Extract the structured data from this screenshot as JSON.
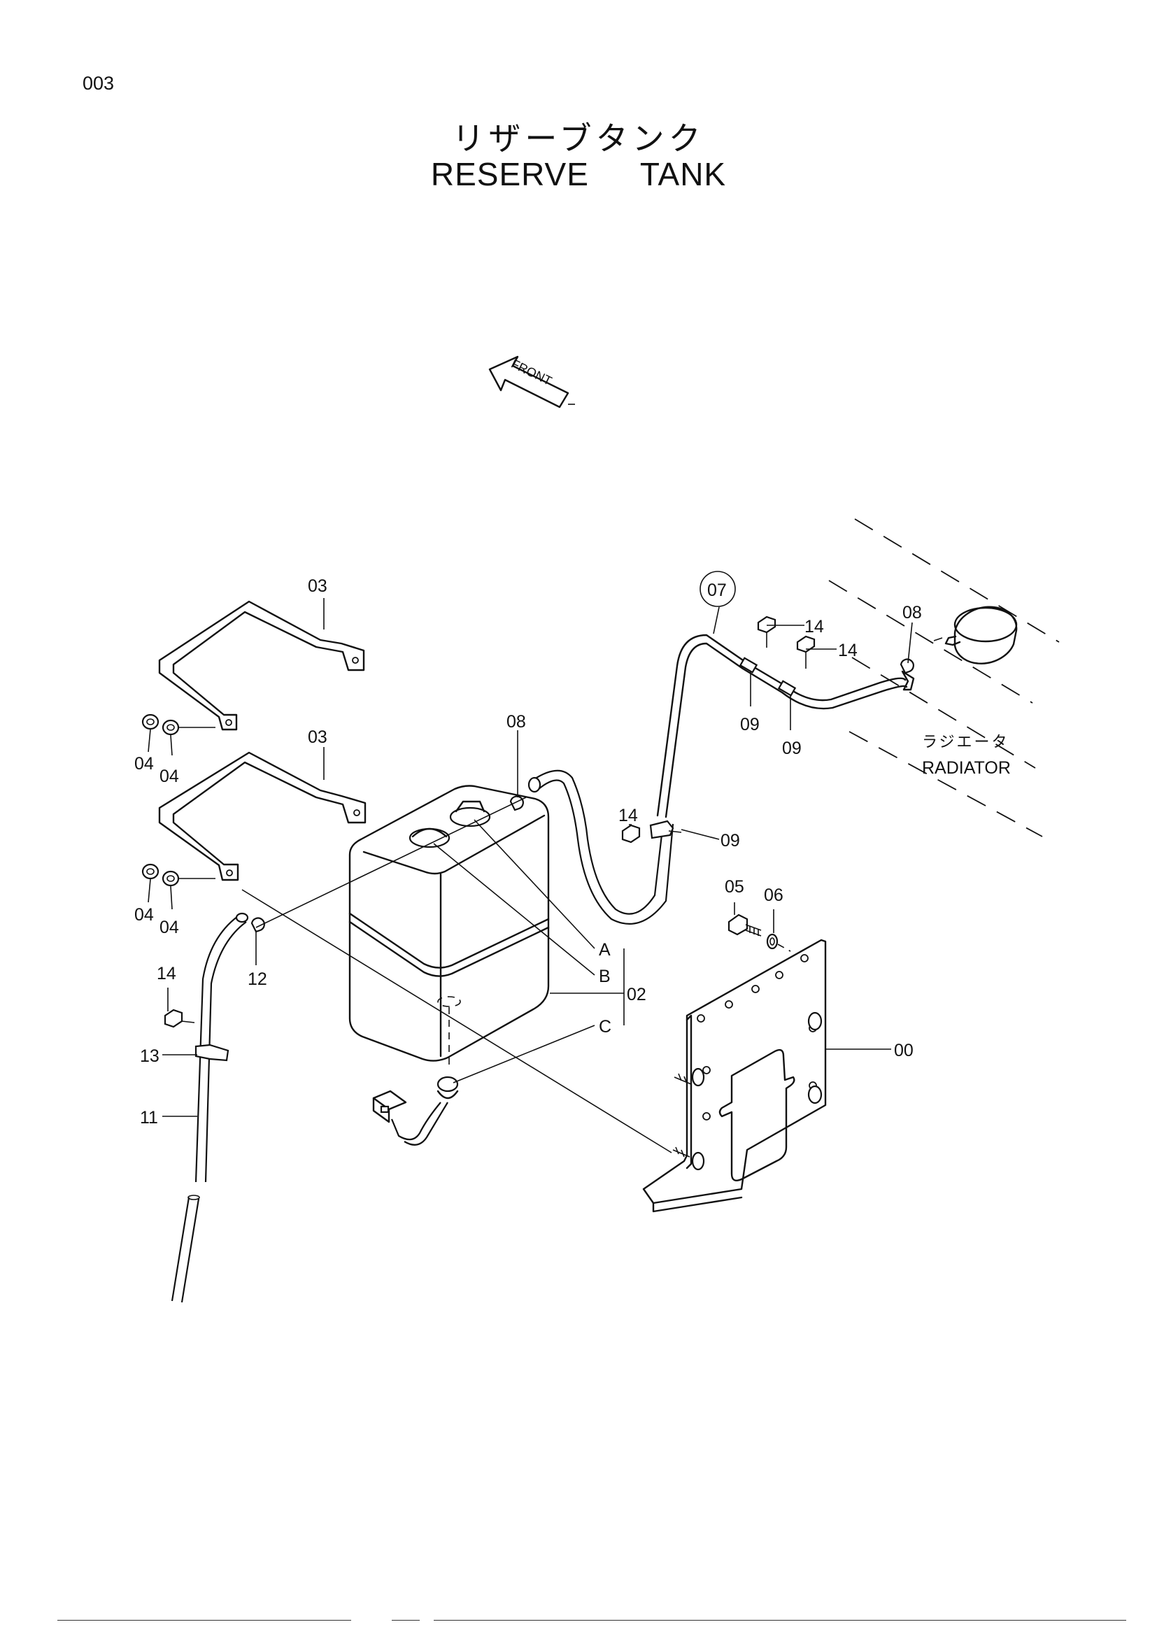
{
  "page": {
    "number": "003",
    "title_jp": "リザーブタンク",
    "title_en": "RESERVE   TANK"
  },
  "front_arrow": {
    "label": "FRONT"
  },
  "radiator": {
    "label_jp": "ラジエータ",
    "label_en": "RADIATOR"
  },
  "callouts": {
    "c00": "00",
    "c02": "02",
    "c03a": "03",
    "c03b": "03",
    "c04a": "04",
    "c04b": "04",
    "c04c": "04",
    "c04d": "04",
    "c05": "05",
    "c06": "06",
    "c07": "07",
    "c08a": "08",
    "c08b": "08",
    "c09a": "09",
    "c09b": "09",
    "c09c": "09",
    "c11": "11",
    "c12": "12",
    "c13": "13",
    "c14a": "14",
    "c14b": "14",
    "c14c": "14",
    "c14d": "14",
    "A": "A",
    "B": "B",
    "C": "C"
  }
}
